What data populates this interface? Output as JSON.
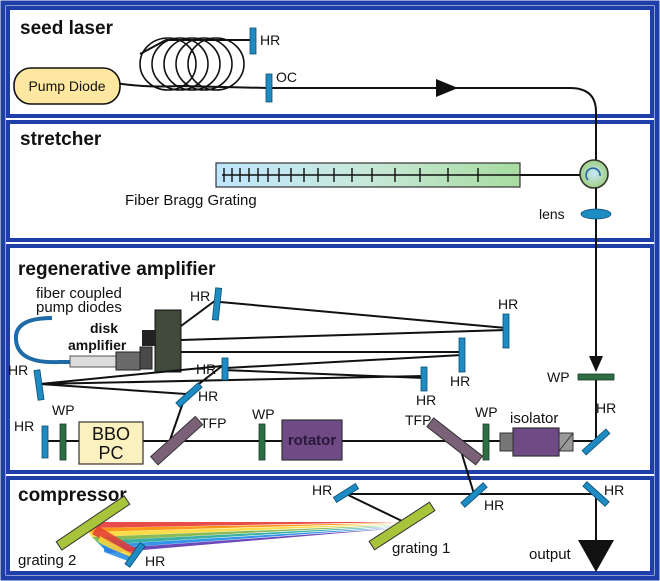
{
  "sections": {
    "seed": "seed laser",
    "stretcher": "stretcher",
    "regen": "regenerative amplifier",
    "compressor": "compressor"
  },
  "labels": {
    "pump_diode": "Pump Diode",
    "hr": "HR",
    "oc": "OC",
    "fbg": "Fiber Bragg Grating",
    "lens": "lens",
    "fiber_pump_1": "fiber coupled",
    "fiber_pump_2": "pump diodes",
    "disk_1": "disk",
    "disk_2": "amplifier",
    "wp": "WP",
    "tfp": "TFP",
    "bbo_1": "BBO",
    "bbo_2": "PC",
    "rotator": "rotator",
    "isolator": "isolator",
    "grating1": "grating 1",
    "grating2": "grating 2",
    "output": "output"
  },
  "colors": {
    "frame": "#1f3fa8",
    "mirror": "#1e8bc3",
    "waveplate": "#2d6e45",
    "pump_diode": "#fde7a1",
    "bbo": "#fbf1bf",
    "rotator": "#6f4a85",
    "tfp": "#7a6178",
    "grating": "#a7c43b",
    "disk": "#3f4a3a"
  }
}
